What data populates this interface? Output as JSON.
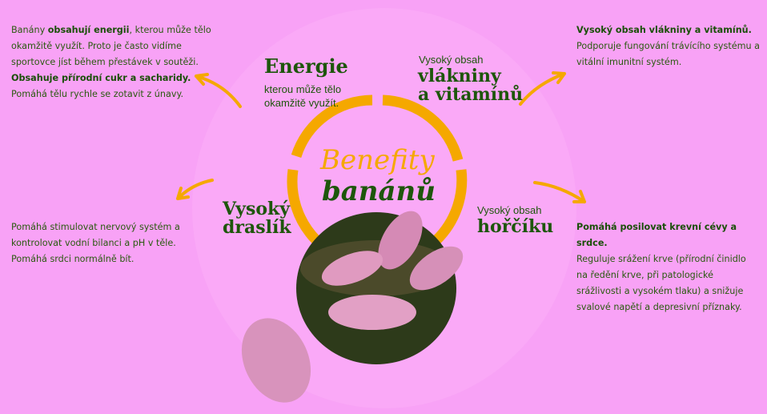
{
  "left_top": {
    "pre": "Banány ",
    "bold1": "obsahují energii",
    "line1_rest": ", kterou může tělo",
    "line2": "okamžitě využít. Proto je často vidíme",
    "line3": "sportovce jíst  během přestávek v soutěži.",
    "bold2": "Obsahuje přírodní cukr a sacharidy.",
    "line5": "Pomáhá tělu rychle se zotavit z únavy."
  },
  "right_top": {
    "bold": "Vysoký obsah vlákniny a vitamínů.",
    "line2": "Podporuje fungování trávícího systému a",
    "line3": "vitální imunitní systém."
  },
  "left_bottom": {
    "line1": "Pomáhá stimulovat nervový systém a",
    "line2": "kontrolovat vodní bilanci a pH v těle.",
    "line3": "Pomáhá srdci normálně bít."
  },
  "right_bottom": {
    "bold": "Pomáhá posilovat krevní cévy a srdce.",
    "line2": "Reguluje srážení krve (přírodní činidlo",
    "line3": "na ředění krve, při patologické",
    "line4": "srážlivosti a vysokém tlaku) a snižuje",
    "line5": "svalové napětí a depresivní příznaky."
  },
  "labels": {
    "energy_title": "Energie",
    "energy_sub1": "kterou může tělo",
    "energy_sub2": "okamžitě využít.",
    "fiber_pre": "Vysoký obsah",
    "fiber_1": "vlákniny",
    "fiber_2": "a vitamínů",
    "potassium_1": "Vysoký",
    "potassium_2": "draslík",
    "magnesium_pre": "Vysoký obsah",
    "magnesium": "hořčíku"
  },
  "center": {
    "title1": "Benefity",
    "title2": "banánů"
  },
  "colors": {
    "background": "#f8a2f6",
    "green": "#1d560b",
    "orange": "#f5a800"
  }
}
